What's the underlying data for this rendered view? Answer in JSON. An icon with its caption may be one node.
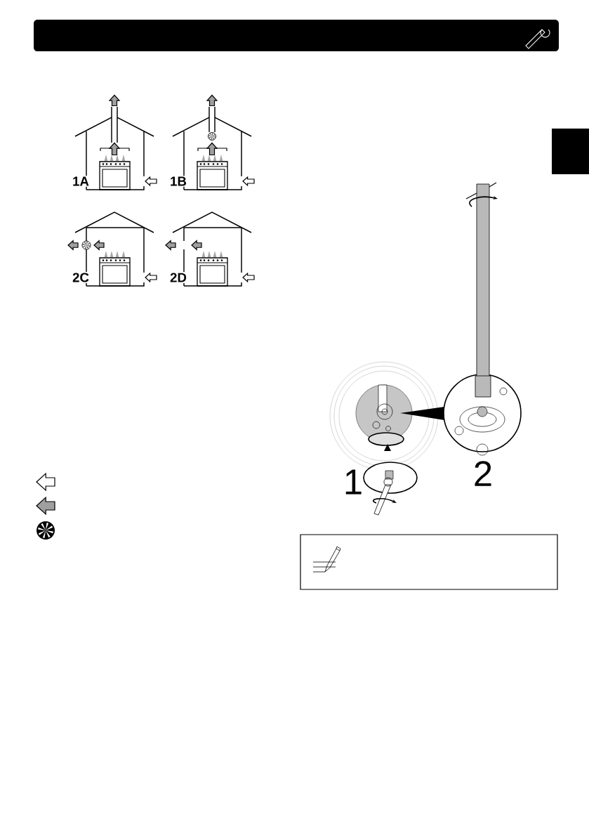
{
  "diagram": {
    "labels": [
      "1A",
      "1B",
      "2C",
      "2D",
      "1",
      "2"
    ]
  }
}
